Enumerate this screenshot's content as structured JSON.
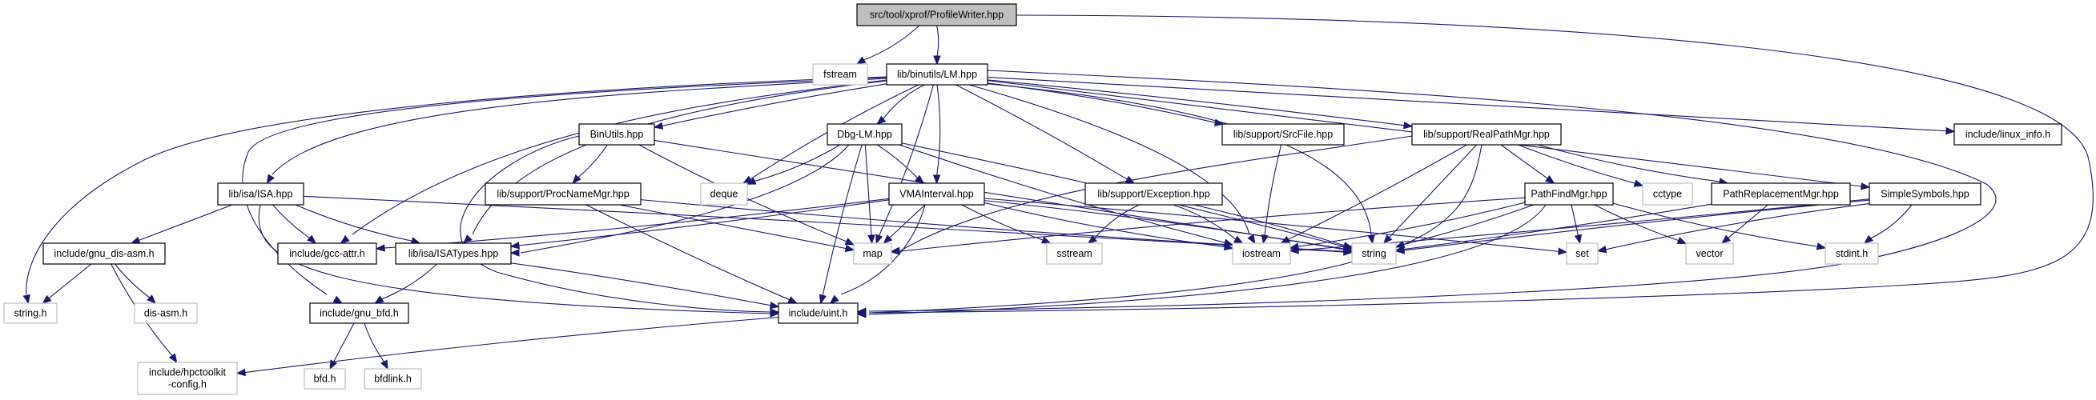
{
  "diagram": {
    "title": "Include dependency graph for src/tool/xprof/ProfileWriter.hpp",
    "edge_color": "#191970",
    "root_fill": "#bfbfbf",
    "external_border": "#bfbfbf",
    "nodes": [
      {
        "id": "profilewriter",
        "label": "src/tool/xprof/ProfileWriter.hpp",
        "kind": "root"
      },
      {
        "id": "fstream",
        "label": "fstream",
        "kind": "ext"
      },
      {
        "id": "lm",
        "label": "lib/binutils/LM.hpp",
        "kind": "doc"
      },
      {
        "id": "binutils",
        "label": "BinUtils.hpp",
        "kind": "doc"
      },
      {
        "id": "dbglm",
        "label": "Dbg-LM.hpp",
        "kind": "doc"
      },
      {
        "id": "srcfile",
        "label": "lib/support/SrcFile.hpp",
        "kind": "doc"
      },
      {
        "id": "realpathmgr",
        "label": "lib/support/RealPathMgr.hpp",
        "kind": "doc"
      },
      {
        "id": "linuxinfo",
        "label": "include/linux_info.h",
        "kind": "doc"
      },
      {
        "id": "isa",
        "label": "lib/isa/ISA.hpp",
        "kind": "doc"
      },
      {
        "id": "procnamemgr",
        "label": "lib/support/ProcNameMgr.hpp",
        "kind": "doc"
      },
      {
        "id": "deque",
        "label": "deque",
        "kind": "ext"
      },
      {
        "id": "vmainterval",
        "label": "VMAInterval.hpp",
        "kind": "doc"
      },
      {
        "id": "exception",
        "label": "lib/support/Exception.hpp",
        "kind": "doc"
      },
      {
        "id": "pathfindmgr",
        "label": "PathFindMgr.hpp",
        "kind": "doc"
      },
      {
        "id": "cctype",
        "label": "cctype",
        "kind": "ext"
      },
      {
        "id": "pathreplacementmgr",
        "label": "PathReplacementMgr.hpp",
        "kind": "doc"
      },
      {
        "id": "simplesymbols",
        "label": "SimpleSymbols.hpp",
        "kind": "doc"
      },
      {
        "id": "gnudisasm",
        "label": "include/gnu_dis-asm.h",
        "kind": "doc"
      },
      {
        "id": "gccattr",
        "label": "include/gcc-attr.h",
        "kind": "doc"
      },
      {
        "id": "isatypes",
        "label": "lib/isa/ISATypes.hpp",
        "kind": "doc"
      },
      {
        "id": "map",
        "label": "map",
        "kind": "ext"
      },
      {
        "id": "sstream",
        "label": "sstream",
        "kind": "ext"
      },
      {
        "id": "iostream",
        "label": "iostream",
        "kind": "ext"
      },
      {
        "id": "string",
        "label": "string",
        "kind": "ext"
      },
      {
        "id": "set",
        "label": "set",
        "kind": "ext"
      },
      {
        "id": "vector",
        "label": "vector",
        "kind": "ext"
      },
      {
        "id": "stdint",
        "label": "stdint.h",
        "kind": "ext"
      },
      {
        "id": "stringh",
        "label": "string.h",
        "kind": "ext"
      },
      {
        "id": "disasmh",
        "label": "dis-asm.h",
        "kind": "ext"
      },
      {
        "id": "gnubfd",
        "label": "include/gnu_bfd.h",
        "kind": "doc"
      },
      {
        "id": "uint",
        "label": "include/uint.h",
        "kind": "doc"
      },
      {
        "id": "hpctoolkitconfig",
        "label": "include/hpctoolkit\n-config.h",
        "kind": "ext"
      },
      {
        "id": "bfdh",
        "label": "bfd.h",
        "kind": "ext"
      },
      {
        "id": "bfdlink",
        "label": "bfdlink.h",
        "kind": "ext"
      }
    ],
    "edges": [
      [
        "profilewriter",
        "fstream"
      ],
      [
        "profilewriter",
        "lm"
      ],
      [
        "profilewriter",
        "uint"
      ],
      [
        "lm",
        "binutils"
      ],
      [
        "lm",
        "dbglm"
      ],
      [
        "lm",
        "srcfile"
      ],
      [
        "lm",
        "realpathmgr"
      ],
      [
        "lm",
        "linuxinfo"
      ],
      [
        "lm",
        "isa"
      ],
      [
        "lm",
        "deque"
      ],
      [
        "lm",
        "vmainterval"
      ],
      [
        "lm",
        "exception"
      ],
      [
        "lm",
        "simplesymbols"
      ],
      [
        "lm",
        "gccattr"
      ],
      [
        "lm",
        "isatypes"
      ],
      [
        "lm",
        "map"
      ],
      [
        "lm",
        "iostream"
      ],
      [
        "lm",
        "string"
      ],
      [
        "lm",
        "uint"
      ],
      [
        "lm",
        "gnubfd"
      ],
      [
        "lm",
        "stringh"
      ],
      [
        "binutils",
        "procnamemgr"
      ],
      [
        "binutils",
        "string"
      ],
      [
        "binutils",
        "uint"
      ],
      [
        "binutils",
        "map"
      ],
      [
        "dbglm",
        "deque"
      ],
      [
        "dbglm",
        "vmainterval"
      ],
      [
        "dbglm",
        "map"
      ],
      [
        "dbglm",
        "uint"
      ],
      [
        "dbglm",
        "iostream"
      ],
      [
        "dbglm",
        "string"
      ],
      [
        "dbglm",
        "isatypes"
      ],
      [
        "isa",
        "gnudisasm"
      ],
      [
        "isa",
        "gccattr"
      ],
      [
        "isa",
        "isatypes"
      ],
      [
        "isa",
        "uint"
      ],
      [
        "isa",
        "string"
      ],
      [
        "procnamemgr",
        "map"
      ],
      [
        "procnamemgr",
        "uint"
      ],
      [
        "procnamemgr",
        "string"
      ],
      [
        "vmainterval",
        "gccattr"
      ],
      [
        "vmainterval",
        "isatypes"
      ],
      [
        "vmainterval",
        "map"
      ],
      [
        "vmainterval",
        "sstream"
      ],
      [
        "vmainterval",
        "iostream"
      ],
      [
        "vmainterval",
        "string"
      ],
      [
        "vmainterval",
        "set"
      ],
      [
        "vmainterval",
        "uint"
      ],
      [
        "srcfile",
        "iostream"
      ],
      [
        "exception",
        "sstream"
      ],
      [
        "exception",
        "iostream"
      ],
      [
        "exception",
        "string"
      ],
      [
        "realpathmgr",
        "pathfindmgr"
      ],
      [
        "realpathmgr",
        "cctype"
      ],
      [
        "realpathmgr",
        "pathreplacementmgr"
      ],
      [
        "realpathmgr",
        "map"
      ],
      [
        "realpathmgr",
        "iostream"
      ],
      [
        "realpathmgr",
        "string"
      ],
      [
        "realpathmgr",
        "uint"
      ],
      [
        "pathfindmgr",
        "map"
      ],
      [
        "pathfindmgr",
        "iostream"
      ],
      [
        "pathfindmgr",
        "string"
      ],
      [
        "pathfindmgr",
        "set"
      ],
      [
        "pathfindmgr",
        "vector"
      ],
      [
        "pathfindmgr",
        "stdint"
      ],
      [
        "pathfindmgr",
        "uint"
      ],
      [
        "pathreplacementmgr",
        "string"
      ],
      [
        "pathreplacementmgr",
        "vector"
      ],
      [
        "simplesymbols",
        "string"
      ],
      [
        "simplesymbols",
        "set"
      ],
      [
        "simplesymbols",
        "stdint"
      ],
      [
        "simplesymbols",
        "iostream"
      ],
      [
        "gnudisasm",
        "stringh"
      ],
      [
        "gnudisasm",
        "disasmh"
      ],
      [
        "gnudisasm",
        "hpctoolkitconfig"
      ],
      [
        "isatypes",
        "gnubfd"
      ],
      [
        "isatypes",
        "uint"
      ],
      [
        "gnubfd",
        "bfdh"
      ],
      [
        "gnubfd",
        "bfdlink"
      ],
      [
        "uint",
        "hpctoolkitconfig"
      ]
    ]
  }
}
